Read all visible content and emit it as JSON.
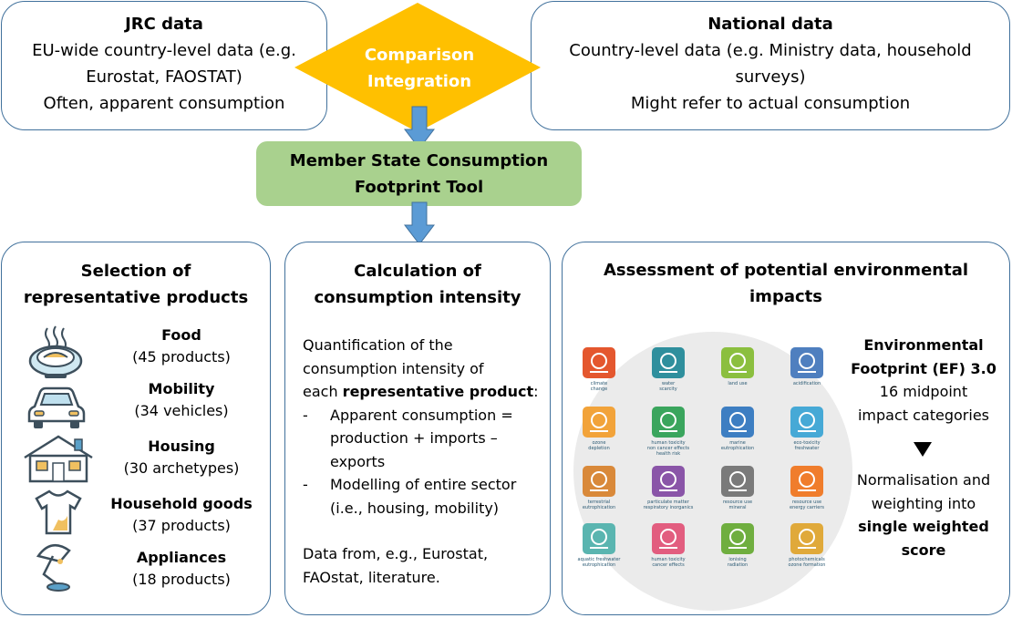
{
  "jrc": {
    "title": "JRC data",
    "lines": [
      "EU-wide country-level data (e.g.",
      "Eurostat, FAOSTAT)",
      "Often, apparent consumption"
    ]
  },
  "national": {
    "title": "National data",
    "lines": [
      "Country-level data (e.g. Ministry data, household",
      "surveys)",
      "Might refer to actual consumption"
    ]
  },
  "diamond": {
    "line1": "Comparison",
    "line2": "Integration"
  },
  "tool": {
    "line1": "Member State Consumption",
    "line2": "Footprint Tool"
  },
  "selection": {
    "title1": "Selection of",
    "title2": "representative products",
    "products": [
      {
        "name": "Food",
        "count": "(45 products)",
        "icon": "food-bowl-icon"
      },
      {
        "name": "Mobility",
        "count": "(34 vehicles)",
        "icon": "car-icon"
      },
      {
        "name": "Housing",
        "count": "(30 archetypes)",
        "icon": "house-icon"
      },
      {
        "name": "Household  goods",
        "count": "(37 products)",
        "icon": "tshirt-icon"
      },
      {
        "name": "Appliances",
        "count": "(18 products)",
        "icon": "lamp-icon"
      }
    ]
  },
  "calculation": {
    "title1": "Calculation of",
    "title2": "consumption intensity",
    "intro1": "Quantification of the",
    "intro2": "consumption intensity of",
    "intro3_pre": "each ",
    "intro3_bold": "representative product",
    "intro3_post": ":",
    "bullet1": [
      "Apparent consumption =",
      "production + imports –",
      "exports"
    ],
    "bullet2": [
      "Modelling of entire sector",
      "(i.e., housing, mobility)"
    ],
    "dash": "-",
    "source1": "Data from, e.g., Eurostat,",
    "source2": "FAOstat, literature."
  },
  "assessment": {
    "title1": "Assessment of potential environmental",
    "title2": "impacts",
    "ef1": "Environmental",
    "ef2": "Footprint  (EF) 3.0",
    "ef3": "16 midpoint",
    "ef4": "impact categories",
    "norm1": "Normalisation and",
    "norm2": "weighting into",
    "norm3": "single weighted",
    "norm4": "score",
    "categories": [
      {
        "label1": "climate",
        "label2": "change",
        "color": "#e4572e",
        "icon": "thermometer-icon"
      },
      {
        "label1": "water",
        "label2": "scarcity",
        "color": "#2f8f9d",
        "icon": "water-drop-icon"
      },
      {
        "label1": "land use",
        "label2": "",
        "color": "#8bbf3f",
        "icon": "tree-stump-icon"
      },
      {
        "label1": "acidification",
        "label2": "",
        "color": "#4f7fbf",
        "icon": "acid-cloud-icon"
      },
      {
        "label1": "ozone",
        "label2": "depletion",
        "color": "#f2a33a",
        "icon": "sun-icon"
      },
      {
        "label1": "human toxicity",
        "label2": "non cancer effects",
        "label3": "health risk",
        "color": "#3aa55d",
        "icon": "skull-icon"
      },
      {
        "label1": "marine",
        "label2": "eutrophication",
        "color": "#3d7ec2",
        "icon": "marine-icon"
      },
      {
        "label1": "eco-toxicity",
        "label2": "freshwater",
        "color": "#46a9d6",
        "icon": "fish-icon"
      },
      {
        "label1": "terrestrial",
        "label2": "eutrophication",
        "color": "#d9893a",
        "icon": "terrestrial-icon"
      },
      {
        "label1": "particulate matter",
        "label2": "respiratory inorganics",
        "color": "#8a55a8",
        "icon": "particle-icon"
      },
      {
        "label1": "resource use",
        "label2": "mineral",
        "color": "#7a7a7a",
        "icon": "truck-icon"
      },
      {
        "label1": "resource use",
        "label2": "energy carriers",
        "color": "#f07d2c",
        "icon": "lightning-icon"
      },
      {
        "label1": "aquatic freshwater",
        "label2": "eutrophication",
        "color": "#5ab5b0",
        "icon": "aquatic-plant-icon"
      },
      {
        "label1": "human toxicity",
        "label2": "cancer effects",
        "color": "#e25d7f",
        "icon": "ribbon-icon"
      },
      {
        "label1": "ionising",
        "label2": "radiation",
        "color": "#6fae3f",
        "icon": "radiation-icon"
      },
      {
        "label1": "photochemicals",
        "label2": "ozone formation",
        "color": "#e0a93a",
        "icon": "photochem-icon"
      }
    ]
  },
  "colors": {
    "border": "#41719c",
    "diamond": "#ffc000",
    "diamond_text": "#ffffff",
    "tool_bg": "#a9d18e",
    "arrow": "#5b9bd5"
  }
}
